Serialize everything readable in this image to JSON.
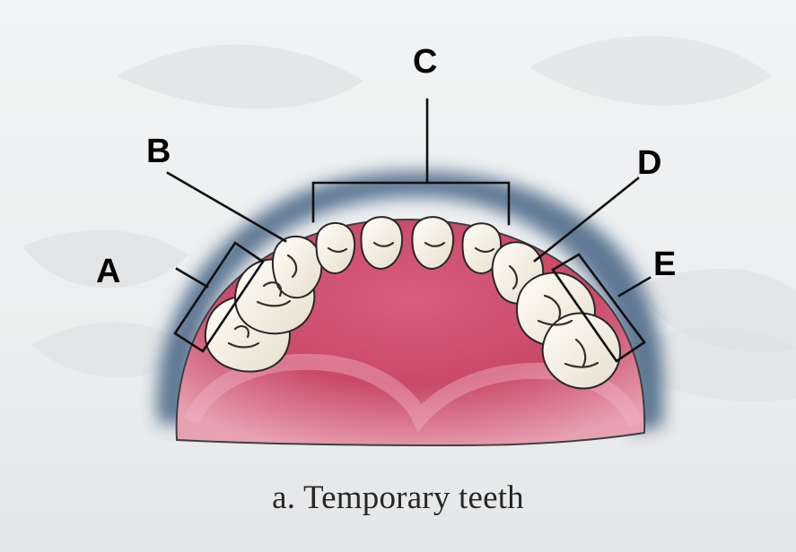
{
  "figure": {
    "caption": "a. Temporary teeth",
    "labels": {
      "a": "A",
      "b": "B",
      "c": "C",
      "d": "D",
      "e": "E"
    }
  },
  "colors": {
    "gum": "#c94a67",
    "gum_light": "#dd8aa1",
    "shadow": "#4a6684",
    "tooth": "#f3f0e6",
    "line": "#111111"
  }
}
